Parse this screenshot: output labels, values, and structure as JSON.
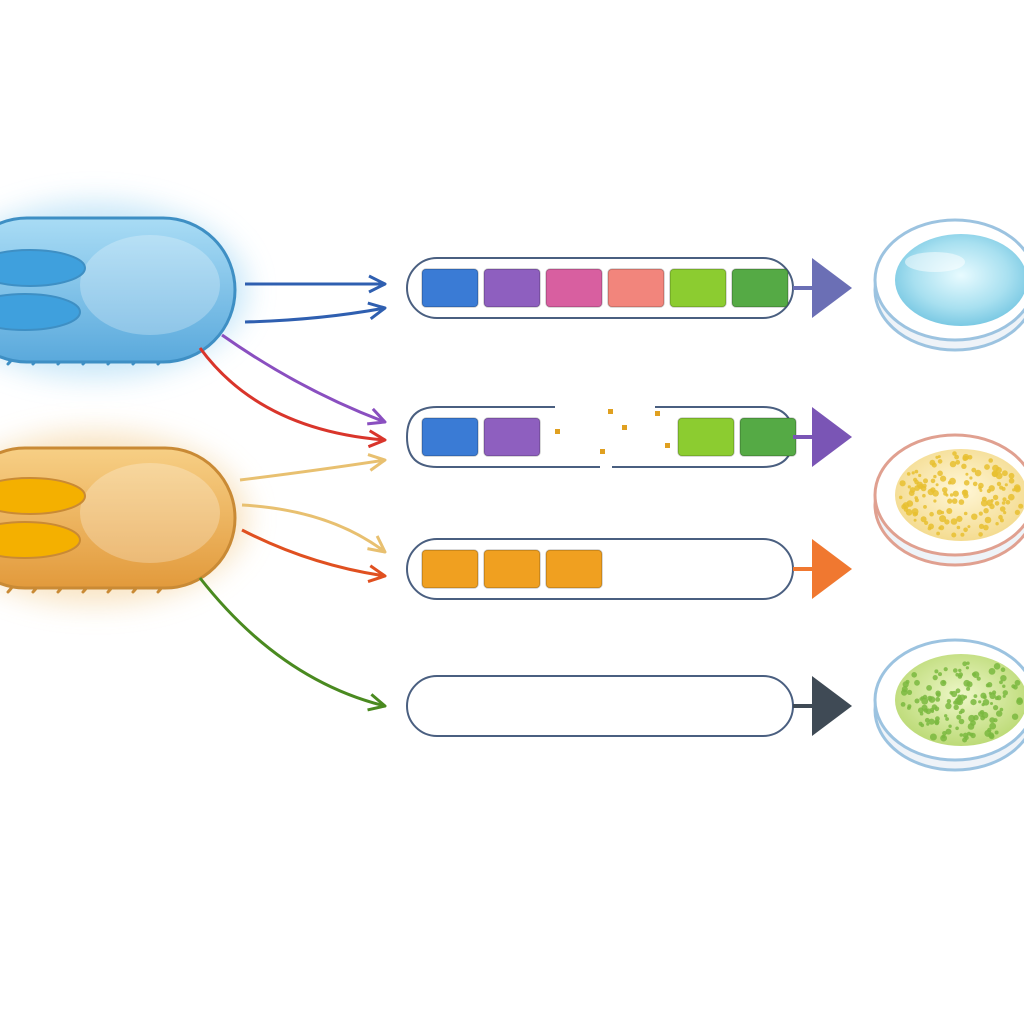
{
  "diagram": {
    "cells": [
      {
        "name": "blue",
        "body_color": "#7ec4ea",
        "edge_color": "#3e8fc4",
        "glow_color": "#bfe3f7",
        "organelle_color": "#3fa0dd"
      },
      {
        "name": "orange",
        "body_color": "#f2b85a",
        "edge_color": "#c98a35",
        "glow_color": "#f7dfb8",
        "organelle_color": "#f4b000"
      }
    ],
    "arrows": [
      {
        "from_cell": 0,
        "to_track": 0,
        "color": "#2f5fb0"
      },
      {
        "from_cell": 0,
        "to_track": 0,
        "color": "#2f5fb0"
      },
      {
        "from_cell": 0,
        "to_track": 1,
        "color": "#8a4fc0"
      },
      {
        "from_cell": 0,
        "to_track": 1,
        "color": "#d9352b"
      },
      {
        "from_cell": 1,
        "to_track": 1,
        "color": "#e8c070"
      },
      {
        "from_cell": 1,
        "to_track": 2,
        "color": "#e8c070"
      },
      {
        "from_cell": 1,
        "to_track": 2,
        "color": "#e05020"
      },
      {
        "from_cell": 1,
        "to_track": 3,
        "color": "#4a8a20"
      }
    ],
    "tracks": [
      {
        "blocks": [
          "#3a7bd5",
          "#8e5fbf",
          "#d85fa0",
          "#f2857c",
          "#8ccc30",
          "#55aa45"
        ],
        "broken": false,
        "triangle_color": "#6b6fb5",
        "line_color": "#6b6fb5"
      },
      {
        "blocks_left": [
          "#3a7bd5",
          "#8e5fbf"
        ],
        "blocks_right": [
          "#8ccc30",
          "#55aa45"
        ],
        "broken": true,
        "triangle_color": "#7a55b5",
        "line_color": "#7a55b5"
      },
      {
        "blocks": [
          "#f0a020",
          "#f0a020",
          "#f0a020"
        ],
        "broken": false,
        "triangle_color": "#f07830",
        "line_color": "#f07830"
      },
      {
        "blocks": [],
        "broken": false,
        "triangle_color": "#3f4a55",
        "line_color": "#3f4a55"
      }
    ],
    "dishes": [
      {
        "content": "clear-blue",
        "rim_color": "#9cc3e0",
        "fill_color": "#a8e0f0",
        "speckle_color": "#ffffff"
      },
      {
        "content": "yellow-colonies",
        "rim_color": "#e0a090",
        "fill_color": "#f5e0a0",
        "speckle_color": "#e8c030"
      },
      {
        "content": "green-colonies",
        "rim_color": "#9cc3e0",
        "fill_color": "#c5e08a",
        "speckle_color": "#7ab840"
      }
    ]
  }
}
